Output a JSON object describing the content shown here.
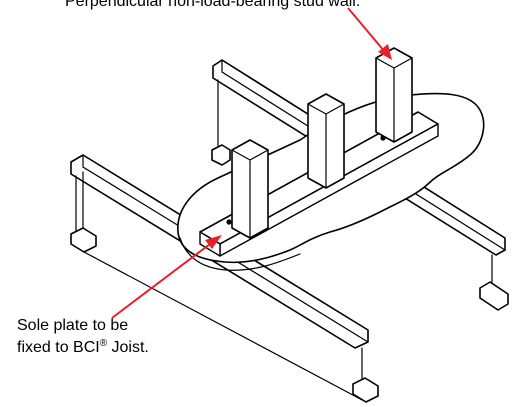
{
  "diagram": {
    "top_label": "Perpendicular non-load-bearing stud wall.",
    "bottom_label_line1": "Sole plate to be",
    "bottom_label_line2_prefix": "fixed to BCI",
    "bottom_label_line2_mark": "®",
    "bottom_label_line2_suffix": " Joist.",
    "arrow_color": "#e8202a",
    "line_color": "#000000",
    "background_color": "#ffffff"
  }
}
